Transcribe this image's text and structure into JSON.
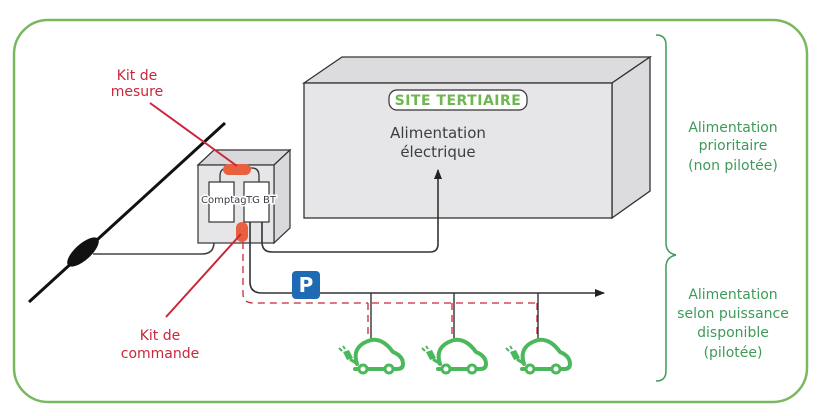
{
  "diagram": {
    "title": "Installation de recharge sur site tertiaire",
    "site": {
      "title": "SITE TERTIAIRE",
      "supply_line1": "Alimentation",
      "supply_line2": "électrique"
    },
    "panel": {
      "meter_label": "Comptage",
      "board_label": "TG BT"
    },
    "callouts": {
      "measure_kit": {
        "line1": "Kit de",
        "line2": "mesure"
      },
      "control_kit": {
        "line1": "Kit de",
        "line2": "commande"
      }
    },
    "parking_sign": "P",
    "chargers_count": 3,
    "braces": {
      "priority": {
        "line1": "Alimentation",
        "line2": "prioritaire",
        "line3": "(non pilotée)"
      },
      "managed": {
        "line1": "Alimentation",
        "line2": "selon puissance",
        "line3": "disponible",
        "line4": "(pilotée)"
      }
    },
    "colors": {
      "frame": "#7ab860",
      "kit_red": "#c8283a",
      "kit_fill": "#e8603f",
      "brace_green": "#3f9a5a",
      "car_green": "#4cb85c",
      "parking_blue": "#1e6ab3",
      "box_fill": "#e6e6e8"
    }
  }
}
